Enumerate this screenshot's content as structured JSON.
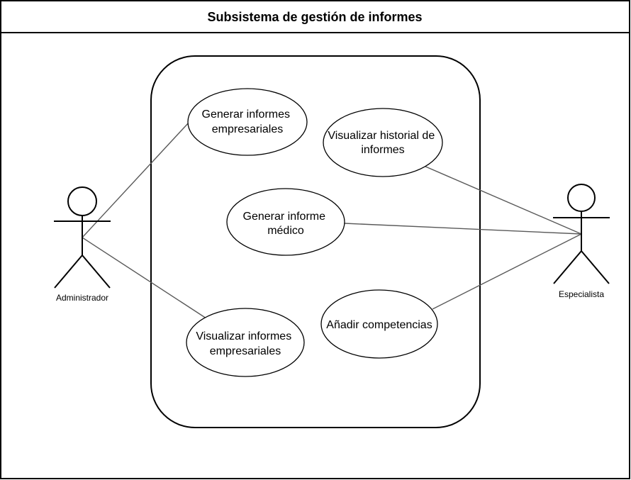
{
  "title": "Subsistema de gestión de informes",
  "actors": {
    "admin": {
      "label": "Administrador"
    },
    "specialist": {
      "label": "Especialista"
    }
  },
  "use_cases": {
    "generar_informes_empresariales": {
      "lines": [
        "Generar informes",
        "empresariales"
      ]
    },
    "visualizar_historial_informes": {
      "lines": [
        "Visualizar historial de",
        "informes"
      ]
    },
    "generar_informe_medico": {
      "lines": [
        "Generar informe",
        "médico"
      ]
    },
    "visualizar_informes_empresariales": {
      "lines": [
        "Visualizar informes",
        "empresariales"
      ]
    },
    "anadir_competencias": {
      "lines": [
        "Añadir competencias"
      ]
    }
  },
  "colors": {
    "stroke": "#000000",
    "association": "#595959",
    "background": "#ffffff"
  }
}
